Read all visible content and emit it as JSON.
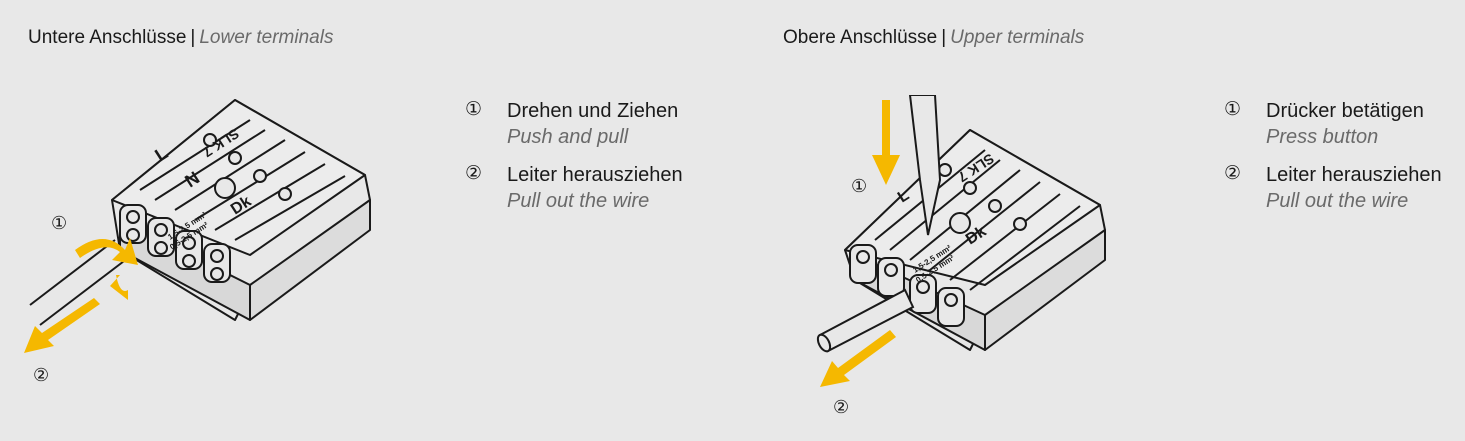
{
  "left_panel": {
    "title_de": "Untere Anschlüsse",
    "separator": "|",
    "title_en": "Lower terminals",
    "steps": [
      {
        "num": "①",
        "de": "Drehen und Ziehen",
        "en": "Push and pull"
      },
      {
        "num": "②",
        "de": "Leiter herausziehen",
        "en": "Pull out the wire"
      }
    ],
    "callouts": [
      "①",
      "②"
    ]
  },
  "right_panel": {
    "title_de": "Obere Anschlüsse",
    "separator": "|",
    "title_en": "Upper terminals",
    "steps": [
      {
        "num": "①",
        "de": "Drücker betätigen",
        "en": "Press button"
      },
      {
        "num": "②",
        "de": "Leiter herausziehen",
        "en": "Pull out the wire"
      }
    ],
    "callouts": [
      "①",
      "②"
    ]
  },
  "colors": {
    "background": "#e8e8e8",
    "arrow": "#f5b800",
    "line": "#1a1a1a",
    "secondary_text": "#6a6a6a"
  },
  "connector_markings": {
    "phase": "L",
    "neutral": "N",
    "pass_through": "Dk",
    "model": "SLK 7",
    "spec_1": "1,5-2,5 mm²",
    "spec_2": "0,5-2,5 mm²"
  }
}
